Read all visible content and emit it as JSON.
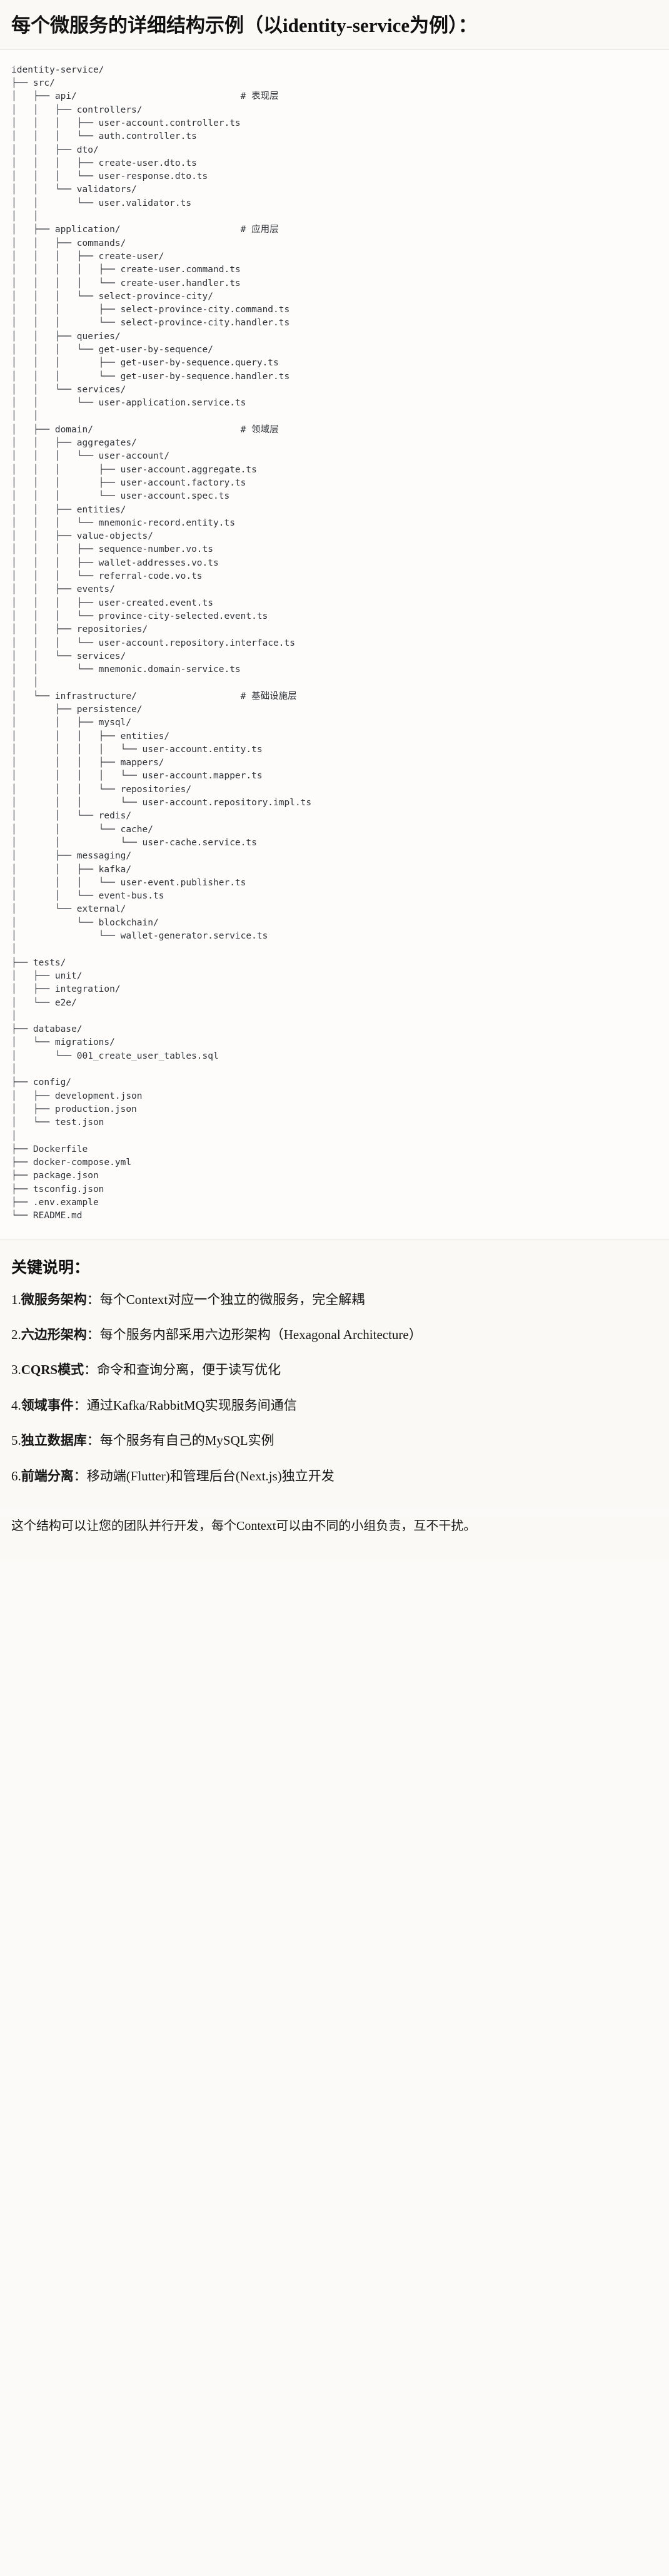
{
  "header": {
    "title": "每个微服务的详细结构示例（以identity-service为例）："
  },
  "tree": {
    "root": "identity-service/",
    "lines": [
      "identity-service/",
      "├── src/",
      "│   ├── api/                              # 表现层",
      "│   │   ├── controllers/",
      "│   │   │   ├── user-account.controller.ts",
      "│   │   │   └── auth.controller.ts",
      "│   │   ├── dto/",
      "│   │   │   ├── create-user.dto.ts",
      "│   │   │   └── user-response.dto.ts",
      "│   │   └── validators/",
      "│   │       └── user.validator.ts",
      "│   │",
      "│   ├── application/                      # 应用层",
      "│   │   ├── commands/",
      "│   │   │   ├── create-user/",
      "│   │   │   │   ├── create-user.command.ts",
      "│   │   │   │   └── create-user.handler.ts",
      "│   │   │   └── select-province-city/",
      "│   │   │       ├── select-province-city.command.ts",
      "│   │   │       └── select-province-city.handler.ts",
      "│   │   ├── queries/",
      "│   │   │   └── get-user-by-sequence/",
      "│   │   │       ├── get-user-by-sequence.query.ts",
      "│   │   │       └── get-user-by-sequence.handler.ts",
      "│   │   └── services/",
      "│   │       └── user-application.service.ts",
      "│   │",
      "│   ├── domain/                           # 领域层",
      "│   │   ├── aggregates/",
      "│   │   │   └── user-account/",
      "│   │   │       ├── user-account.aggregate.ts",
      "│   │   │       ├── user-account.factory.ts",
      "│   │   │       └── user-account.spec.ts",
      "│   │   ├── entities/",
      "│   │   │   └── mnemonic-record.entity.ts",
      "│   │   ├── value-objects/",
      "│   │   │   ├── sequence-number.vo.ts",
      "│   │   │   ├── wallet-addresses.vo.ts",
      "│   │   │   └── referral-code.vo.ts",
      "│   │   ├── events/",
      "│   │   │   ├── user-created.event.ts",
      "│   │   │   └── province-city-selected.event.ts",
      "│   │   ├── repositories/",
      "│   │   │   └── user-account.repository.interface.ts",
      "│   │   └── services/",
      "│   │       └── mnemonic.domain-service.ts",
      "│   │",
      "│   └── infrastructure/                   # 基础设施层",
      "│       ├── persistence/",
      "│       │   ├── mysql/",
      "│       │   │   ├── entities/",
      "│       │   │   │   └── user-account.entity.ts",
      "│       │   │   ├── mappers/",
      "│       │   │   │   └── user-account.mapper.ts",
      "│       │   │   └── repositories/",
      "│       │   │       └── user-account.repository.impl.ts",
      "│       │   └── redis/",
      "│       │       └── cache/",
      "│       │           └── user-cache.service.ts",
      "│       ├── messaging/",
      "│       │   ├── kafka/",
      "│       │   │   └── user-event.publisher.ts",
      "│       │   └── event-bus.ts",
      "│       └── external/",
      "│           └── blockchain/",
      "│               └── wallet-generator.service.ts",
      "│",
      "├── tests/",
      "│   ├── unit/",
      "│   ├── integration/",
      "│   └── e2e/",
      "│",
      "├── database/",
      "│   └── migrations/",
      "│       └── 001_create_user_tables.sql",
      "│",
      "├── config/",
      "│   ├── development.json",
      "│   ├── production.json",
      "│   └── test.json",
      "│",
      "├── Dockerfile",
      "├── docker-compose.yml",
      "├── package.json",
      "├── tsconfig.json",
      "├── .env.example",
      "└── README.md"
    ],
    "layer_comments": [
      "# 表现层",
      "# 应用层",
      "# 领域层",
      "# 基础设施层"
    ]
  },
  "notes": {
    "heading": "关键说明：",
    "items": [
      {
        "index": "1.",
        "term": "微服务架构",
        "desc": "：每个Context对应一个独立的微服务，完全解耦"
      },
      {
        "index": "2.",
        "term": "六边形架构",
        "desc": "：每个服务内部采用六边形架构（Hexagonal Architecture）"
      },
      {
        "index": "3.",
        "term": "CQRS模式",
        "desc": "：命令和查询分离，便于读写优化"
      },
      {
        "index": "4.",
        "term": "领域事件",
        "desc": "：通过Kafka/RabbitMQ实现服务间通信"
      },
      {
        "index": "5.",
        "term": "独立数据库",
        "desc": "：每个服务有自己的MySQL实例"
      },
      {
        "index": "6.",
        "term": "前端分离",
        "desc": "：移动端(Flutter)和管理后台(Next.js)独立开发"
      }
    ],
    "footer": "这个结构可以让您的团队并行开发，每个Context可以由不同的小组负责，互不干扰。"
  }
}
